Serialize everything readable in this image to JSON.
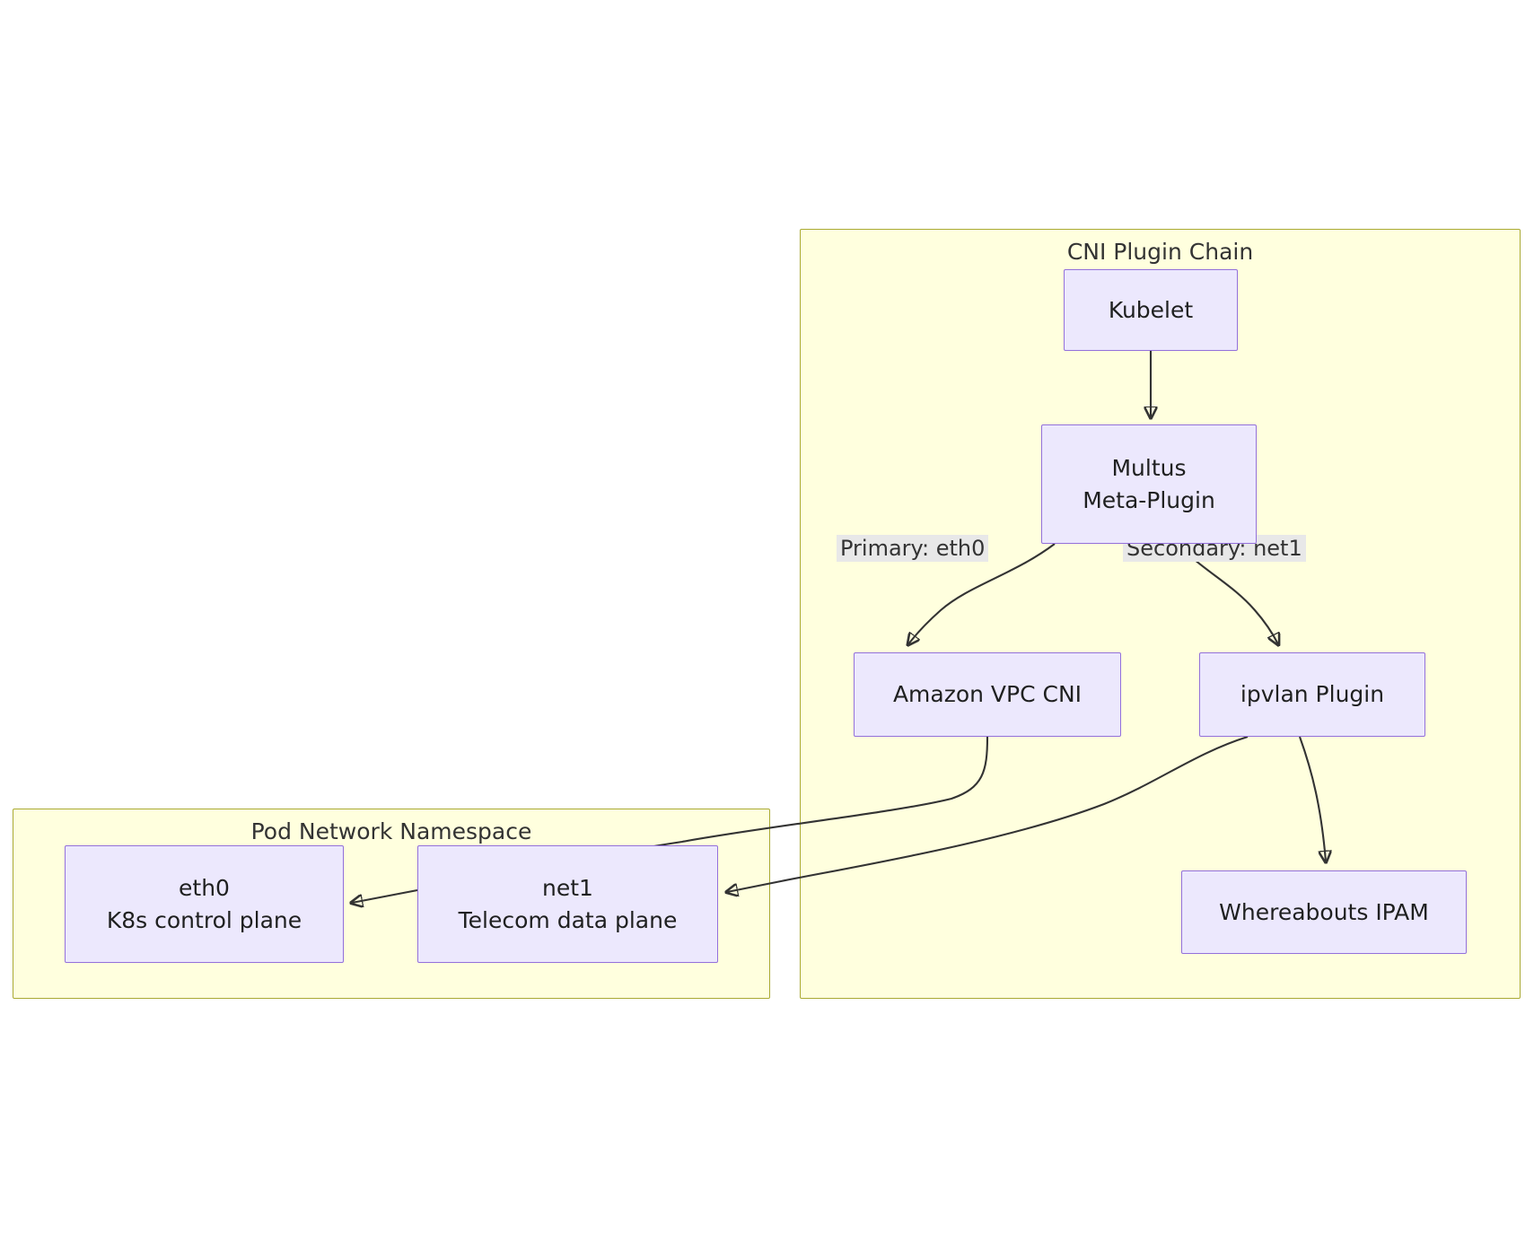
{
  "diagram": {
    "type": "flowchart",
    "clusters": [
      {
        "id": "pod-network-namespace",
        "label": "Pod Network Namespace"
      },
      {
        "id": "cni-plugin-chain",
        "label": "CNI Plugin Chain"
      }
    ],
    "nodes": {
      "kubelet": {
        "lines": [
          "Kubelet"
        ]
      },
      "multus": {
        "lines": [
          "Multus",
          "Meta-Plugin"
        ]
      },
      "vpc_cni": {
        "lines": [
          "Amazon VPC CNI"
        ]
      },
      "ipvlan": {
        "lines": [
          "ipvlan Plugin"
        ]
      },
      "whereabouts": {
        "lines": [
          "Whereabouts IPAM"
        ]
      },
      "eth0": {
        "lines": [
          "eth0",
          "K8s control plane"
        ]
      },
      "net1": {
        "lines": [
          "net1",
          "Telecom data plane"
        ]
      }
    },
    "edge_labels": {
      "primary": "Primary: eth0",
      "secondary": "Secondary: net1"
    },
    "colors": {
      "cluster_fill": "#ffffde",
      "cluster_border": "#aaaa33",
      "node_fill": "#ece8fd",
      "node_border": "#9370db",
      "edge_stroke": "#333333",
      "edge_label_bg": "#e8e8e8",
      "text": "#1f2020"
    }
  }
}
